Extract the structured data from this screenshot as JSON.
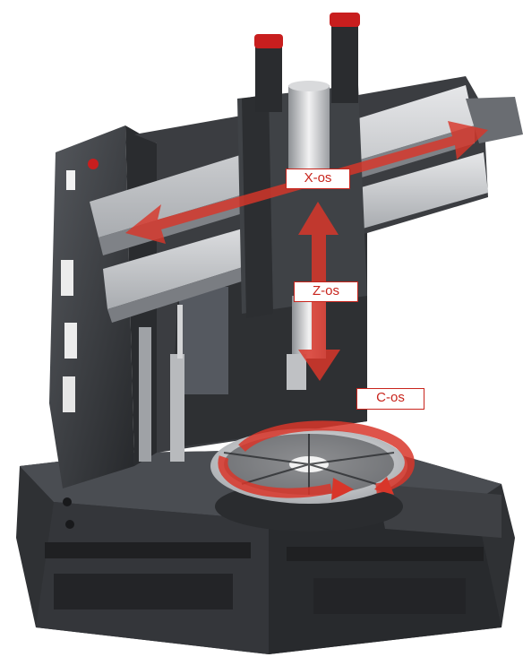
{
  "labels": {
    "x_axis": "X-os",
    "z_axis": "Z-os",
    "c_axis": "C-os"
  },
  "colors": {
    "arrow": "#d8362a",
    "label_border": "#c8241c",
    "machine_dark": "#3a3c40",
    "machine_light": "#c9cbce",
    "spindle_cap": "#c81e1e"
  },
  "icons": {
    "x_arrow": "double-headed-arrow",
    "z_arrow": "double-headed-arrow",
    "c_arrow": "circular-arrow"
  }
}
